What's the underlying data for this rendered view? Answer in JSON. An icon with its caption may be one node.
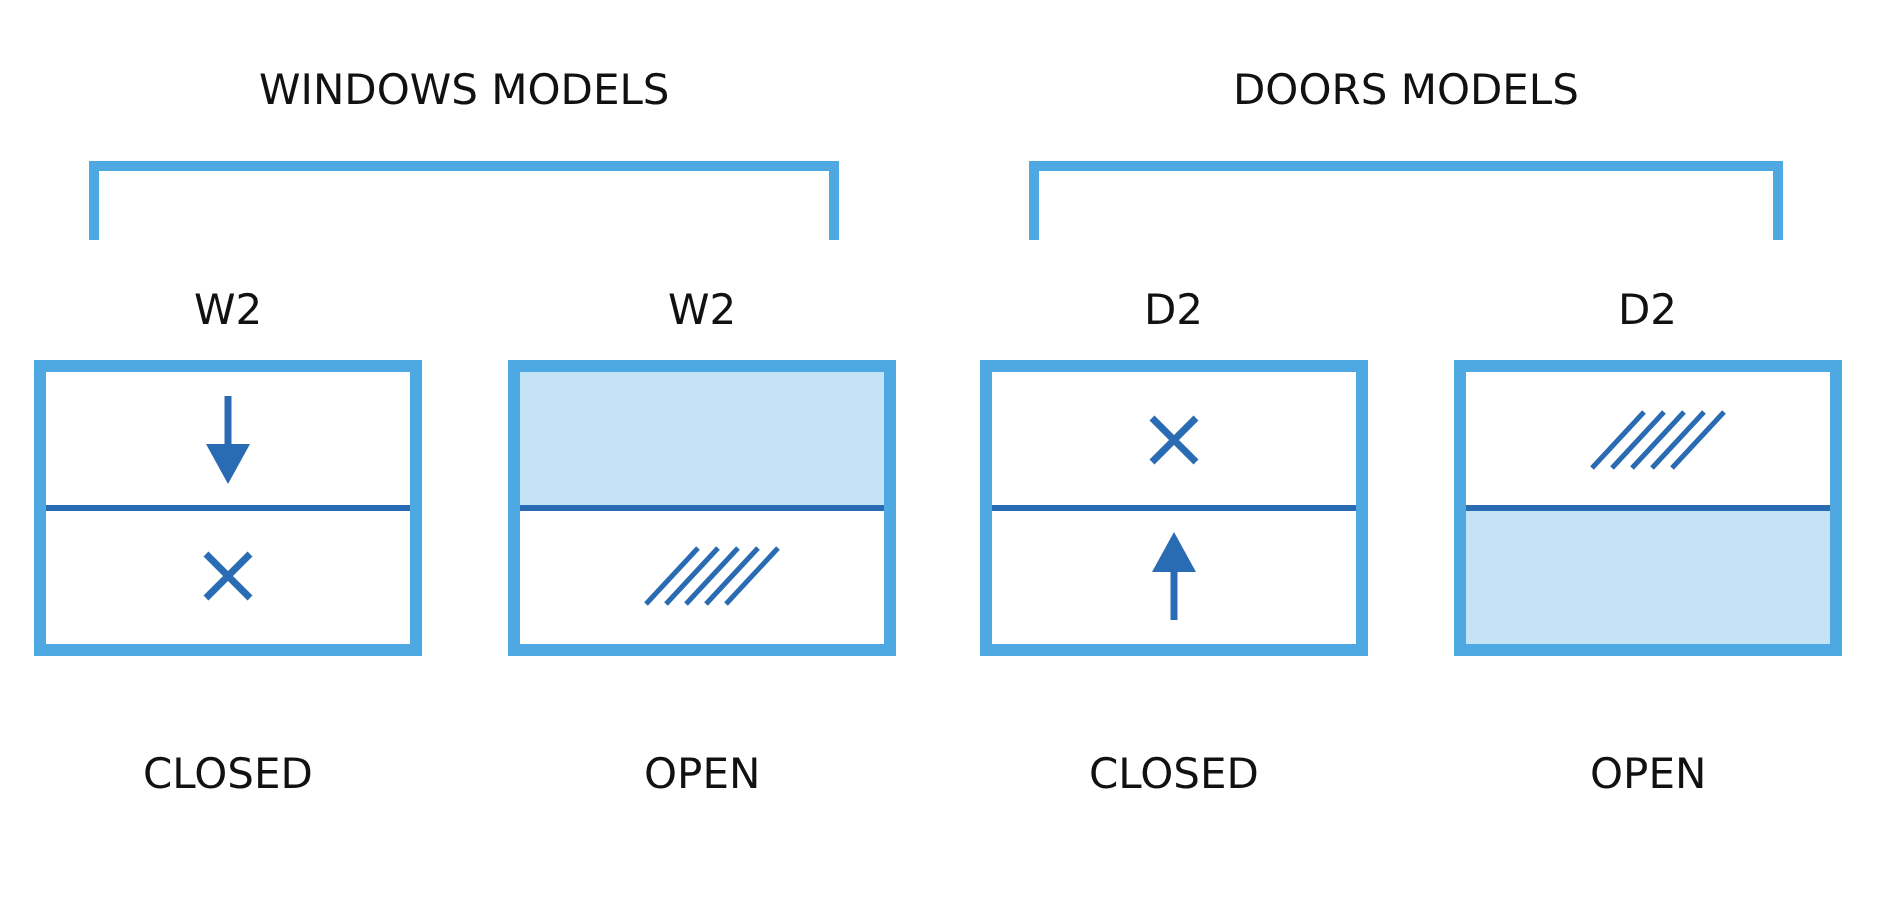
{
  "diagram": {
    "nodes": [
      {
        "text": [],
        "shape": "box",
        "beside": [
          "W2",
          "CLOSED"
        ]
      },
      {
        "text": [],
        "shape": "box",
        "beside": [
          "W2",
          "OPEN"
        ]
      },
      {
        "text": [],
        "shape": "box",
        "beside": [
          "D2",
          "CLOSED"
        ]
      },
      {
        "text": [],
        "shape": "box",
        "beside": [
          "D2",
          "OPEN"
        ]
      }
    ],
    "edges": [],
    "labels": [
      "WINDOWS MODELS",
      "DOORS MODELS"
    ]
  }
}
